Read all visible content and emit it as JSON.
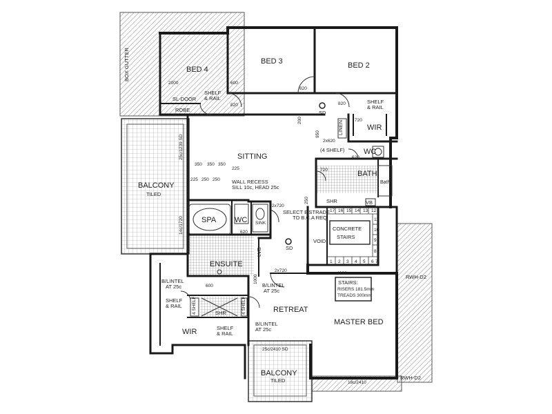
{
  "rooms": {
    "bed4": "BED 4",
    "bed3": "BED 3",
    "bed2": "BED 2",
    "sitting": "SITTING",
    "balcony_left": "BALCONY",
    "balcony_left_sub": "TILED",
    "spa": "SPA",
    "wc_ensuite": "WC",
    "sink": "SINK",
    "ensuite": "ENSUITE",
    "retreat": "RETREAT",
    "master_bed": "MASTER BED",
    "wir_left": "WIR",
    "wir_right": "WIR",
    "wc_right": "WC",
    "bath": "BATH",
    "bath_tub": "Bath",
    "balcony_bottom": "BALCONY",
    "balcony_bottom_sub": "TILED",
    "void": "VOID",
    "concrete_stairs_1": "CONCRETE",
    "concrete_stairs_2": "STAIRS",
    "robe": "ROBE",
    "linen": "LINEN"
  },
  "notes": {
    "box_gutter": "BOX GUTTER",
    "sl_door": "SL-DOOR",
    "shelf_rail_bed4_1": "SHELF",
    "shelf_rail_bed4_2": "& RAIL",
    "shelf_rail_bed2_1": "SHELF",
    "shelf_rail_bed2_2": "& RAIL",
    "four_shelf_right": "(4 SHELF)",
    "wall_recess_1": "WALL RECESS",
    "wall_recess_2": "SILL 10c, HEAD 25c",
    "select_bstrade_1": "SELECT B'STRADE",
    "select_bstrade_2": "TO B.C.A REQ.",
    "sd_top": "SD",
    "sd_mid": "SD",
    "b_lintel_1a": "B/LINTEL",
    "b_lintel_1b": "AT 25c",
    "b_lintel_2a": "B/LINTEL",
    "b_lintel_2b": "AT 25c",
    "b_lintel_3a": "B/LINTEL",
    "b_lintel_3b": "AT 25c",
    "shelf_rail_wir_1": "SHELF",
    "shelf_rail_wir_2": "& RAIL",
    "shelf_rail_wir2_1": "SHELF",
    "shelf_rail_wir2_2": "& RAIL",
    "four_shelf_a": "4 SHELF",
    "four_shelf_b": "4 SHELF",
    "shr_ensuite": "SHR",
    "shr_bath": "SHR",
    "vb": "VB",
    "lvb": "LVB",
    "stairs_1": "STAIRS:",
    "stairs_2": "RISERS 181.5mm",
    "stairs_3": "TREADS 300mm",
    "rwh_top": "RWH-D2",
    "rwh_bottom": "RWH-D2"
  },
  "dims": {
    "d2000": "2000",
    "d600": "600",
    "d820_bed3": "820",
    "d820_bed4": "820",
    "d820_bed2": "820",
    "d720_wir": "720",
    "d2x620": "2x620",
    "d620_wc": "620",
    "d720_bath": "720",
    "d950": "950",
    "d200": "200",
    "d25c_1239": "25c/1239 SD",
    "d14c_1720": "14c/1720",
    "d350a": "350",
    "d350b": "350",
    "d350c": "350",
    "d225a": "225",
    "d250a": "250",
    "d250b": "250",
    "d225b": "225",
    "d2x720_top": "2x720",
    "d620_ens": "620",
    "d2x720_mid": "2x720",
    "d4080": "4080",
    "d1000": "1000",
    "d600_ens": "600",
    "d25c_2410": "25c/2410 SD",
    "d18c_2410": "18c/2410",
    "d250_stair": "250",
    "stair_17": "17",
    "stair_16": "16",
    "stair_15": "15",
    "stair_14": "14",
    "stair_13": "13",
    "stair_12": "12",
    "stair_1": "1",
    "stair_2": "2",
    "stair_3": "3",
    "stair_4": "4",
    "stair_5": "5",
    "stair_6": "6",
    "stair_7": "7",
    "stair_11": "11",
    "stair_10": "10",
    "stair_9": "9",
    "stair_8": "8"
  },
  "colors": {
    "wall": "#1a1a1a",
    "hatch": "#999999",
    "tile": "#b0b0b0",
    "paper": "#ffffff"
  }
}
